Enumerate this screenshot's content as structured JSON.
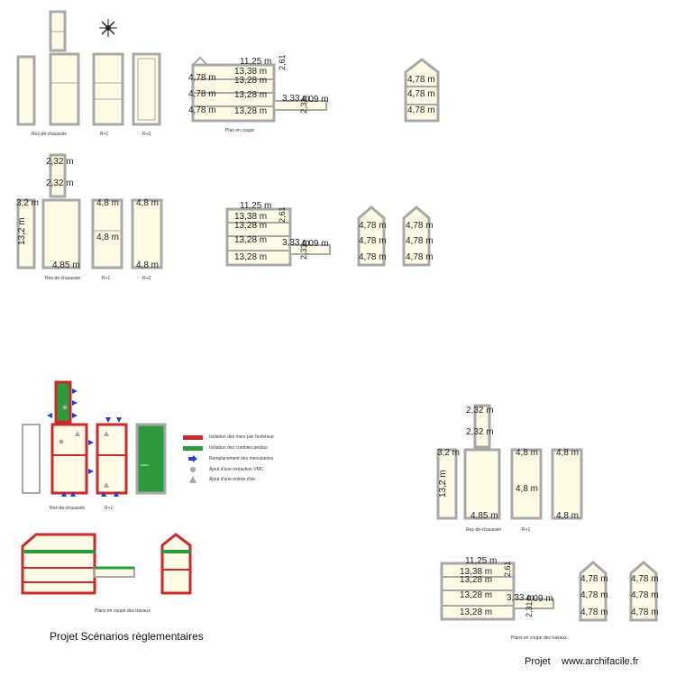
{
  "captions": {
    "rdc": "Rez-de-chaussée",
    "r1": "R+1",
    "r2": "R+2",
    "coupe": "Plan en coupe",
    "coupe_travaux": "Plans en coupe des travaux",
    "isolant": "Isolant"
  },
  "dims": {
    "d_11_25": "11,25 m",
    "d_13_38": "13,38 m",
    "d_13_28": "13,28 m",
    "d_2_61": "2,61",
    "d_3_33": "3,33 m",
    "d_4_09": "4,09 m",
    "d_2_31": "2,31",
    "d_4_78": "4,78 m",
    "d_2_32": "2,32 m",
    "d_3_2": "3,2 m",
    "d_13_2": "13,2 m",
    "d_4_85": "4,85 m",
    "d_4_8": "4,8 m"
  },
  "legend": [
    {
      "label": "Isolation des murs par l'extérieur",
      "color": "#cc2a2a",
      "icon": "red-bar"
    },
    {
      "label": "Isolation des combles perdus",
      "color": "#2e9a3e",
      "icon": "green-bar"
    },
    {
      "label": "Remplacement des menuiseries",
      "color": "#2a3fc8",
      "icon": "blue-arrow-icon"
    },
    {
      "label": "Ajout d'une extraction VMC",
      "color": "#a8a8a8",
      "icon": "grey-circle-icon"
    },
    {
      "label": "Ajout d'une entrée d'air",
      "color": "#a8a8a8",
      "icon": "grey-triangle-icon"
    }
  ],
  "colors": {
    "wall": "#a8a8a8",
    "floor": "#fffbe6",
    "ext_insulation": "#cc2a2a",
    "attic_insulation": "#2e9a3e",
    "windows": "#2a3fc8"
  },
  "project_title": "Projet Scénarios règlementaires",
  "footer": {
    "project": "Projet",
    "url": "www.archifacile.fr"
  }
}
